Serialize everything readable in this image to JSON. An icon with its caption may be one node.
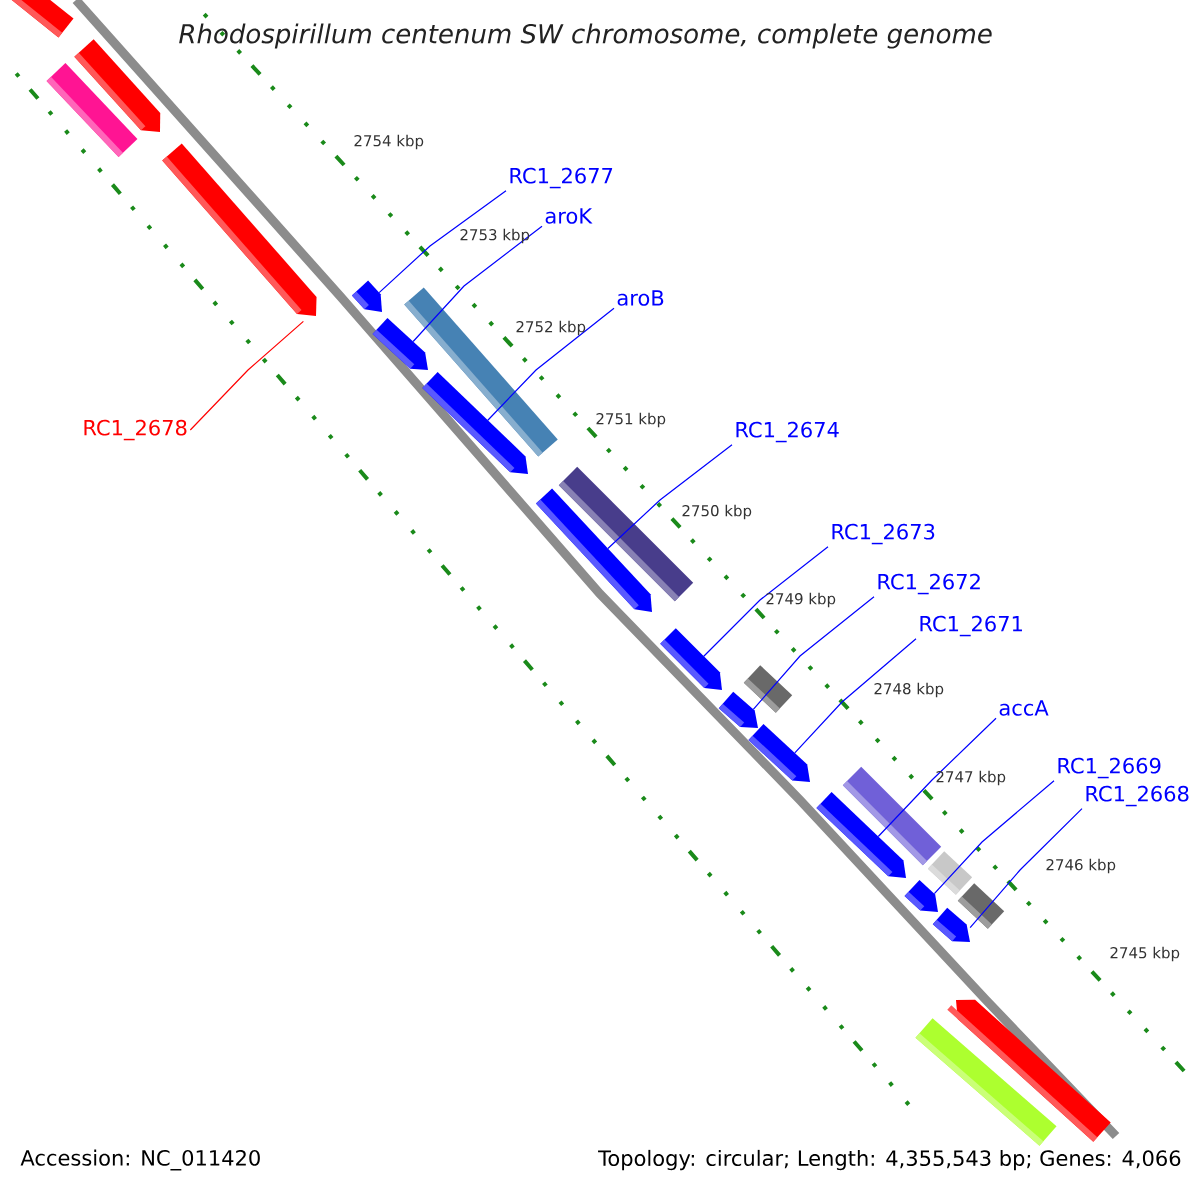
{
  "diagram": {
    "title": "Rhodospirillum centenum SW chromosome, complete genome",
    "nodes": [
      {
        "text": [
          "RC1_2678"
        ]
      },
      {
        "text": [
          "RC1_2677"
        ]
      },
      {
        "text": [
          "aroK"
        ]
      },
      {
        "text": [
          "aroB"
        ]
      },
      {
        "text": [
          "RC1_2674"
        ]
      },
      {
        "text": [
          "RC1_2673"
        ]
      },
      {
        "text": [
          "RC1_2672"
        ]
      },
      {
        "text": [
          "RC1_2671"
        ]
      },
      {
        "text": [
          "accA"
        ]
      },
      {
        "text": [
          "RC1_2669"
        ]
      },
      {
        "text": [
          "RC1_2668"
        ]
      },
      {
        "text": [],
        "shape": "box"
      },
      {
        "text": [],
        "shape": "box"
      },
      {
        "text": [],
        "shape": "pentagon"
      },
      {
        "text": [],
        "shape": "pentagon"
      },
      {
        "text": [],
        "shape": "pentagon"
      },
      {
        "text": [],
        "shape": "pentagon"
      },
      {
        "text": [],
        "shape": "pentagon"
      },
      {
        "text": [],
        "shape": "pentagon"
      },
      {
        "text": [],
        "shape": "pentagon"
      },
      {
        "text": [],
        "shape": "pentagon"
      },
      {
        "text": [],
        "shape": "pentagon"
      },
      {
        "text": [],
        "shape": "pentagon"
      },
      {
        "text": [],
        "shape": "pentagon"
      },
      {
        "text": [],
        "shape": "pentagon"
      },
      {
        "text": [],
        "shape": "box"
      },
      {
        "text": [],
        "shape": "box"
      },
      {
        "text": [],
        "shape": "box"
      },
      {
        "text": [],
        "shape": "box"
      },
      {
        "text": [],
        "shape": "box"
      },
      {
        "text": [],
        "shape": "box"
      },
      {
        "text": [],
        "shape": "box"
      },
      {
        "text": [],
        "shape": "pentagon"
      }
    ],
    "edges": [
      {
        "from": 0,
        "to": 14,
        "arrow": "none",
        "color": "#ff0000"
      },
      {
        "from": 1,
        "to": 15,
        "arrow": "none"
      },
      {
        "from": 2,
        "to": 16,
        "arrow": "none"
      },
      {
        "from": 3,
        "to": 17,
        "arrow": "none"
      },
      {
        "from": 4,
        "to": 18,
        "arrow": "none"
      },
      {
        "from": 5,
        "to": 19,
        "arrow": "none"
      },
      {
        "from": 6,
        "to": 20,
        "arrow": "none"
      },
      {
        "from": 7,
        "to": 21,
        "arrow": "none"
      },
      {
        "from": 8,
        "to": 22,
        "arrow": "none"
      },
      {
        "from": 9,
        "to": 23,
        "arrow": "none"
      },
      {
        "from": 10,
        "to": 24,
        "arrow": "none"
      }
    ],
    "labels": [
      "2754 kbp",
      "2753 kbp",
      "2752 kbp",
      "2751 kbp",
      "2750 kbp",
      "2749 kbp",
      "2748 kbp",
      "2747 kbp",
      "2746 kbp",
      "2745 kbp",
      "Accession: NC_011420",
      "Topology: circular; Length: 4,355,543 bp; Genes: 4,066"
    ]
  }
}
